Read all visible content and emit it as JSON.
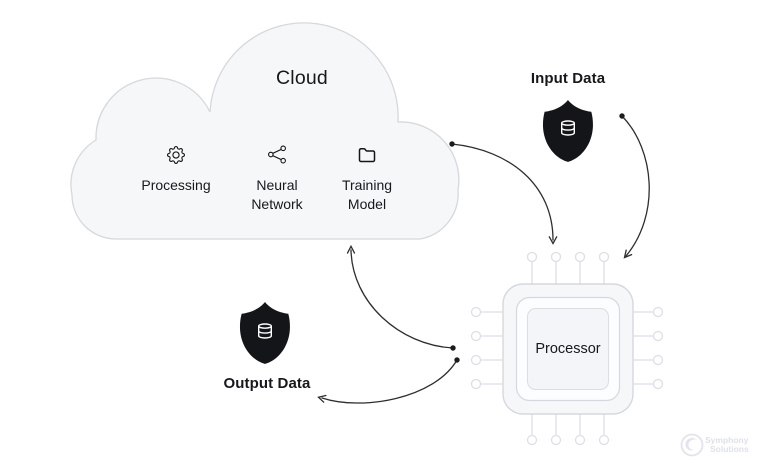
{
  "diagram_title_hint": "Cloud AI data-flow diagram",
  "cloud": {
    "title": "Cloud",
    "items": [
      {
        "icon": "gear-icon",
        "line1": "Processing"
      },
      {
        "icon": "share-nodes-icon",
        "line1": "Neural",
        "line2": "Network"
      },
      {
        "icon": "folder-icon",
        "line1": "Training",
        "line2": "Model"
      }
    ]
  },
  "input": {
    "label": "Input Data",
    "icon": "shield-database-icon"
  },
  "output": {
    "label": "Output Data",
    "icon": "shield-database-icon"
  },
  "processor": {
    "label": "Processor",
    "icon": "chip-icon"
  },
  "watermark": {
    "line1": "Symphony",
    "line2": "Solutions"
  },
  "colors": {
    "background": "#ffffff",
    "shape_fill": "#f6f7f9",
    "shape_stroke": "#d5d8de",
    "pin_stroke": "#dcdfe6",
    "icon_black": "#141518",
    "text": "#17181c",
    "arrow": "#2e2e2e",
    "watermark": "#dee1e9"
  }
}
